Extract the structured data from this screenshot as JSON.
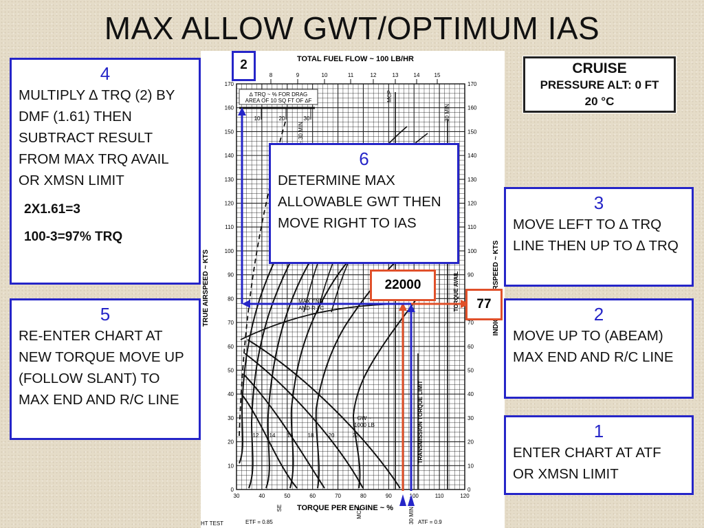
{
  "slide": {
    "title": "MAX ALLOW GWT/OPTIMUM IAS"
  },
  "steps": {
    "step1": {
      "num": "1",
      "text": "ENTER CHART AT ATF OR XMSN LIMIT"
    },
    "step2": {
      "num": "2",
      "text": "MOVE UP TO (ABEAM) MAX END AND R/C LINE"
    },
    "step3": {
      "num": "3",
      "text": "MOVE LEFT TO ∆ TRQ LINE THEN UP TO ∆ TRQ"
    },
    "step4": {
      "num": "4",
      "text": "MULTIPLY  ∆ TRQ (2) BY DMF (1.61) THEN SUBTRACT RESULT FROM MAX TRQ AVAIL OR XMSN LIMIT",
      "calc1": "2X1.61=3",
      "calc2": "100-3=97% TRQ"
    },
    "step5": {
      "num": "5",
      "text": "RE-ENTER CHART AT NEW TORQUE MOVE UP (FOLLOW SLANT) TO MAX END AND R/C LINE"
    },
    "step6": {
      "num": "6",
      "text": "DETERMINE MAX ALLOWABLE GWT THEN MOVE RIGHT TO IAS"
    }
  },
  "callouts": {
    "delta_trq": "2",
    "gwt": "22000",
    "ias": "77"
  },
  "cruise": {
    "heading": "CRUISE",
    "pressure_alt": "PRESSURE ALT: 0 FT",
    "temp": "20 °C"
  },
  "chart": {
    "top_title": "TOTAL FUEL FLOW ~ 100 LB/HR",
    "fuel_ticks": [
      "8",
      "9",
      "10",
      "11",
      "12",
      "13",
      "14",
      "15"
    ],
    "x_label": "TORQUE PER ENGINE ~ %",
    "x_ticks": [
      "30",
      "40",
      "50",
      "60",
      "70",
      "80",
      "90",
      "100",
      "110",
      "120"
    ],
    "y_ticks": [
      "0",
      "10",
      "20",
      "30",
      "40",
      "50",
      "60",
      "70",
      "80",
      "90",
      "100",
      "110",
      "120",
      "130",
      "140",
      "150",
      "160",
      "170"
    ],
    "left_axis_label": "TRUE AIRSPEED ~ KTS",
    "right_axis_label": "INDICATED AIRSPEED ~ KTS",
    "drag_label_1": "∆ TRQ ~ % FOR DRAG",
    "drag_label_2": "AREA OF 10 SQ FT OF ∆F",
    "drag_ticks": [
      "10",
      "20",
      "30"
    ],
    "max_end_1": "MAX END",
    "max_end_2": "AND R / C",
    "gw_label_1": "GW ~",
    "gw_label_2": "1000 LB",
    "gw_ticks": [
      "12",
      "14",
      "16",
      "18",
      "20",
      "22"
    ],
    "xmsn_label": "TRANSMISSION TORQUE LIMIT",
    "torque_avail_label": "TORQUE AVAIL",
    "mcp_label": "MCP",
    "min30_label": "30 MIN",
    "se_label": "SE",
    "se30_label": "SE ~ 30 MIN",
    "etf": "ETF = 0.85",
    "atf": "ATF = 0.9",
    "flight_test": "HT TEST"
  }
}
